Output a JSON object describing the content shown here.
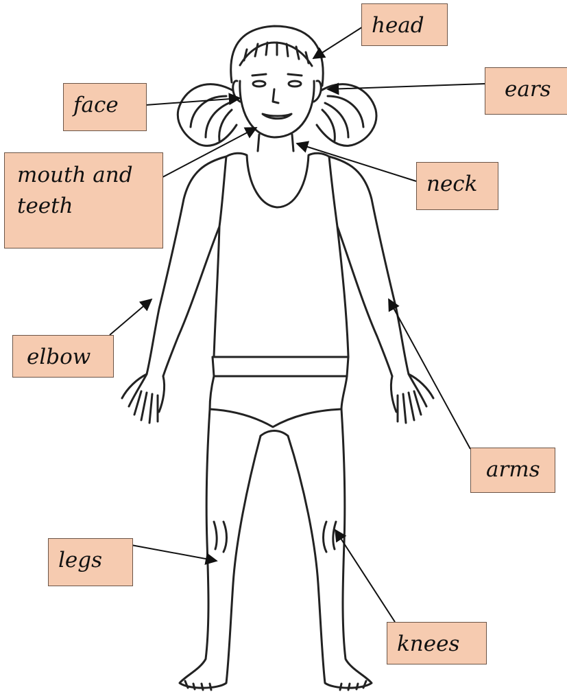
{
  "diagram": {
    "labels": {
      "head": "head",
      "ears": "ears",
      "face": "face",
      "mouth": "mouth and\nteeth",
      "neck": "neck",
      "elbow": "elbow",
      "arms": "arms",
      "legs": "legs",
      "knees": "knees"
    },
    "colors": {
      "label_fill": "#f6cbb0",
      "label_border": "#6b5446",
      "line": "#111111"
    }
  }
}
